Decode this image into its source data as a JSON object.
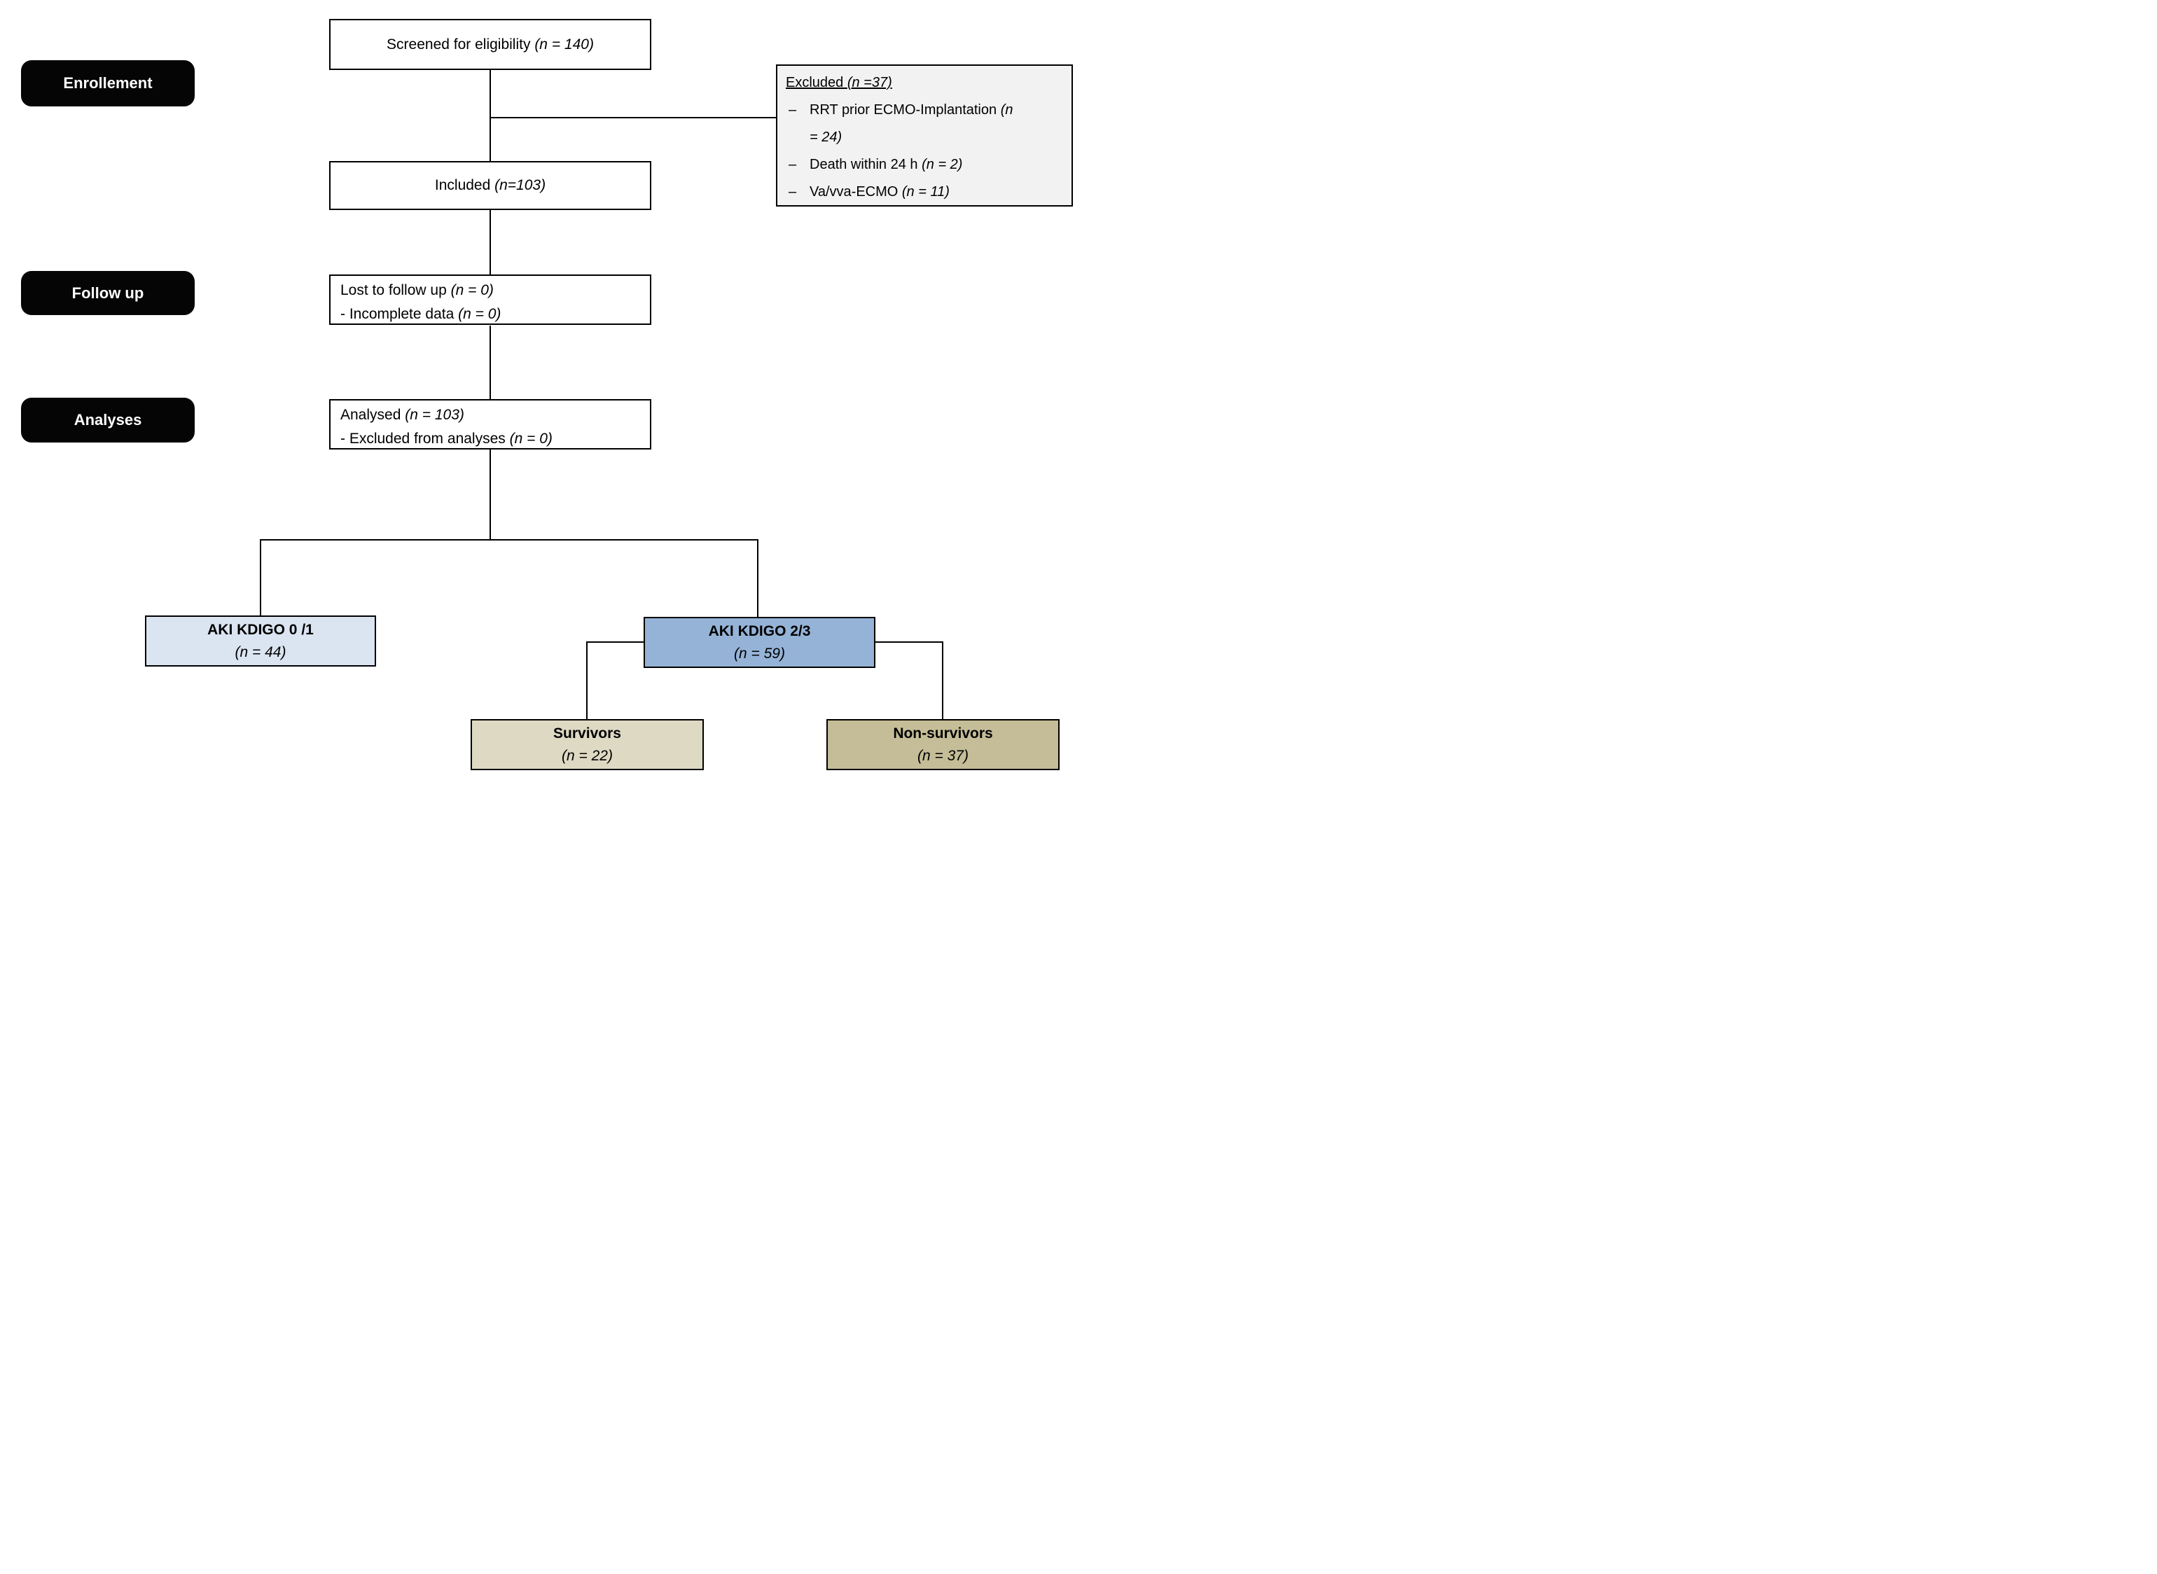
{
  "diagram": {
    "stages": [
      {
        "label": "Enrollement"
      },
      {
        "label": "Follow up"
      },
      {
        "label": "Analyses"
      }
    ],
    "screened": {
      "text": "Screened for eligibility ",
      "n": "(n = 140)"
    },
    "excluded": {
      "title": "Excluded ",
      "title_n": "(n =37)",
      "bullet": "–",
      "items": [
        {
          "text": "RRT prior ECMO-Implantation ",
          "n": "(n = 24)"
        },
        {
          "text": "Death within 24 h ",
          "n": "(n = 2)"
        },
        {
          "text": "Va/vva-ECMO ",
          "n": "(n = 11)"
        }
      ]
    },
    "included": {
      "text": "Included ",
      "n": "(n=103)"
    },
    "followup_box": {
      "line1_text": "Lost to follow up ",
      "line1_n": "(n = 0)",
      "line2_text": "- Incomplete data ",
      "line2_n": "(n = 0)"
    },
    "analysed_box": {
      "line1_text": "Analysed ",
      "line1_n": "(n = 103)",
      "line2_text": "- Excluded from analyses ",
      "line2_n": "(n = 0)"
    },
    "kdigo01": {
      "title": "AKI KDIGO 0 /1",
      "n": "(n = 44)"
    },
    "kdigo23": {
      "title": "AKI KDIGO 2/3",
      "n": "(n = 59)"
    },
    "survivors": {
      "title": "Survivors",
      "n": "(n = 22)"
    },
    "nonsurvivors": {
      "title": "Non-survivors",
      "n": "(n = 37)"
    }
  },
  "colors": {
    "stage_label_bg": "#050505",
    "stage_label_text": "#ffffff",
    "flow_box_bg": "#ffffff",
    "excluded_box_bg": "#f2f2f2",
    "kdigo01_fill": "#dbe5f1",
    "kdigo23_fill": "#95b3d7",
    "survivors_fill": "#ddd9c3",
    "nonsurvivors_fill": "#c4bd97",
    "line_color": "#000000"
  }
}
